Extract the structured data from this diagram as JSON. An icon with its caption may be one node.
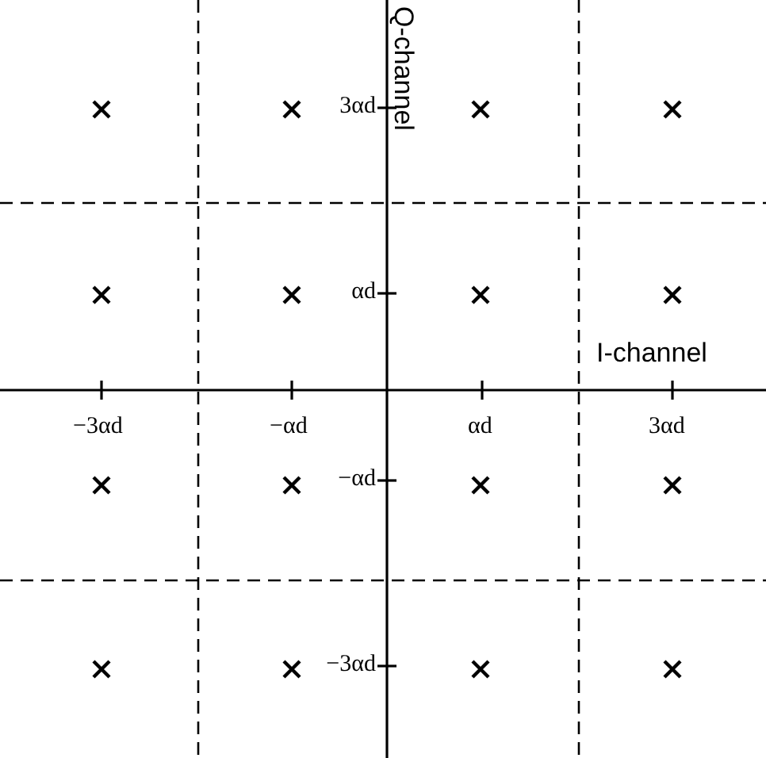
{
  "diagram": {
    "labels": [
      "Q-channel",
      "3αd",
      "αd",
      "I-channel",
      "−3αd",
      "−αd",
      "αd",
      "3αd",
      "−αd",
      "−3αd"
    ]
  }
}
